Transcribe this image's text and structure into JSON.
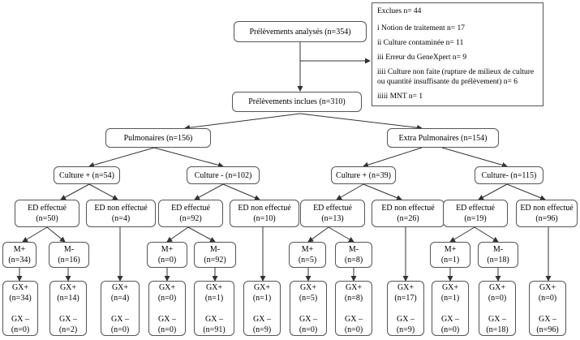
{
  "root": "Prélèvements analysés  (n=354)",
  "exclusions": [
    "Exclues n= 44",
    "i Notion de traitement n= 17",
    "ii Culture contaminée n= 11",
    "iii Erreur du GeneXpert n= 9",
    "iiii Culture non faite (rupture de milieux de culture ou quantité insuffisante du prélèvement) n= 6",
    "iiiii MNT n= 1"
  ],
  "included": "Prélèvements inclues      (n=310)",
  "pulmonaires": {
    "label": "Pulmonaires (n=156)",
    "culture_pos": {
      "label": "Culture + (n=54)",
      "ed_done": {
        "label": "ED effectué\n(n=50)",
        "m_pos": {
          "label": "M+\n(n=34)",
          "gx": "GX+\n(n=34)\n\nGX –\n(n=0)"
        },
        "m_neg": {
          "label": "M-\n(n=16)",
          "gx": "GX+\n(n=14)\n\nGX –\n(n=2)"
        }
      },
      "ed_not": {
        "label": "ED non effectué\n(n=4)",
        "gx": "GX+\n(n=4)\n\nGX –\n(n=0)"
      }
    },
    "culture_neg": {
      "label": "Culture - (n=102)",
      "ed_done": {
        "label": "ED  effectué\n(n=92)",
        "m_pos": {
          "label": "M+\n(n=0)",
          "gx": "GX+\n(n=0)\n\nGX –\n(n=0)"
        },
        "m_neg": {
          "label": "M-\n(n=92)",
          "gx": "GX+\n(n=1)\n\nGX –\n(n=91)"
        }
      },
      "ed_not": {
        "label": "ED non effectué\n(n=10)",
        "gx": "GX+\n(n=1)\n\nGX –\n(n=9)"
      }
    }
  },
  "extra": {
    "label": "Extra Pulmonaires (n=154)",
    "culture_pos": {
      "label": "Culture + (n=39)",
      "ed_done": {
        "label": "ED effectué\n(n=13)",
        "m_pos": {
          "label": "M+\n(n=5)",
          "gx": "GX+\n(n=5)\n\nGX –\n(n=0)"
        },
        "m_neg": {
          "label": "M-\n(n=8)",
          "gx": "GX+\n(n=8)\n\nGX –\n(n=0)"
        }
      },
      "ed_not": {
        "label": "ED non effectué\n(n=26)",
        "gx": "GX+\n(n=17)\n\nGX –\n(n=9)"
      }
    },
    "culture_neg": {
      "label": "Culture- (n=115)",
      "ed_done": {
        "label": "ED effectué\n(n=19)",
        "m_pos": {
          "label": "M+\n(n=1)",
          "gx": "GX+\n(n=1)\n\nGX –\n(n=0)"
        },
        "m_neg": {
          "label": "M-\n(n=18)",
          "gx": "GX+\n(n=0)\n\nGX –\n(n=18)"
        }
      },
      "ed_not": {
        "label": "ED non effectué\n(n=96)",
        "gx": "GX+\n(n=0)\n\nGX –\n(n=96)"
      }
    }
  }
}
